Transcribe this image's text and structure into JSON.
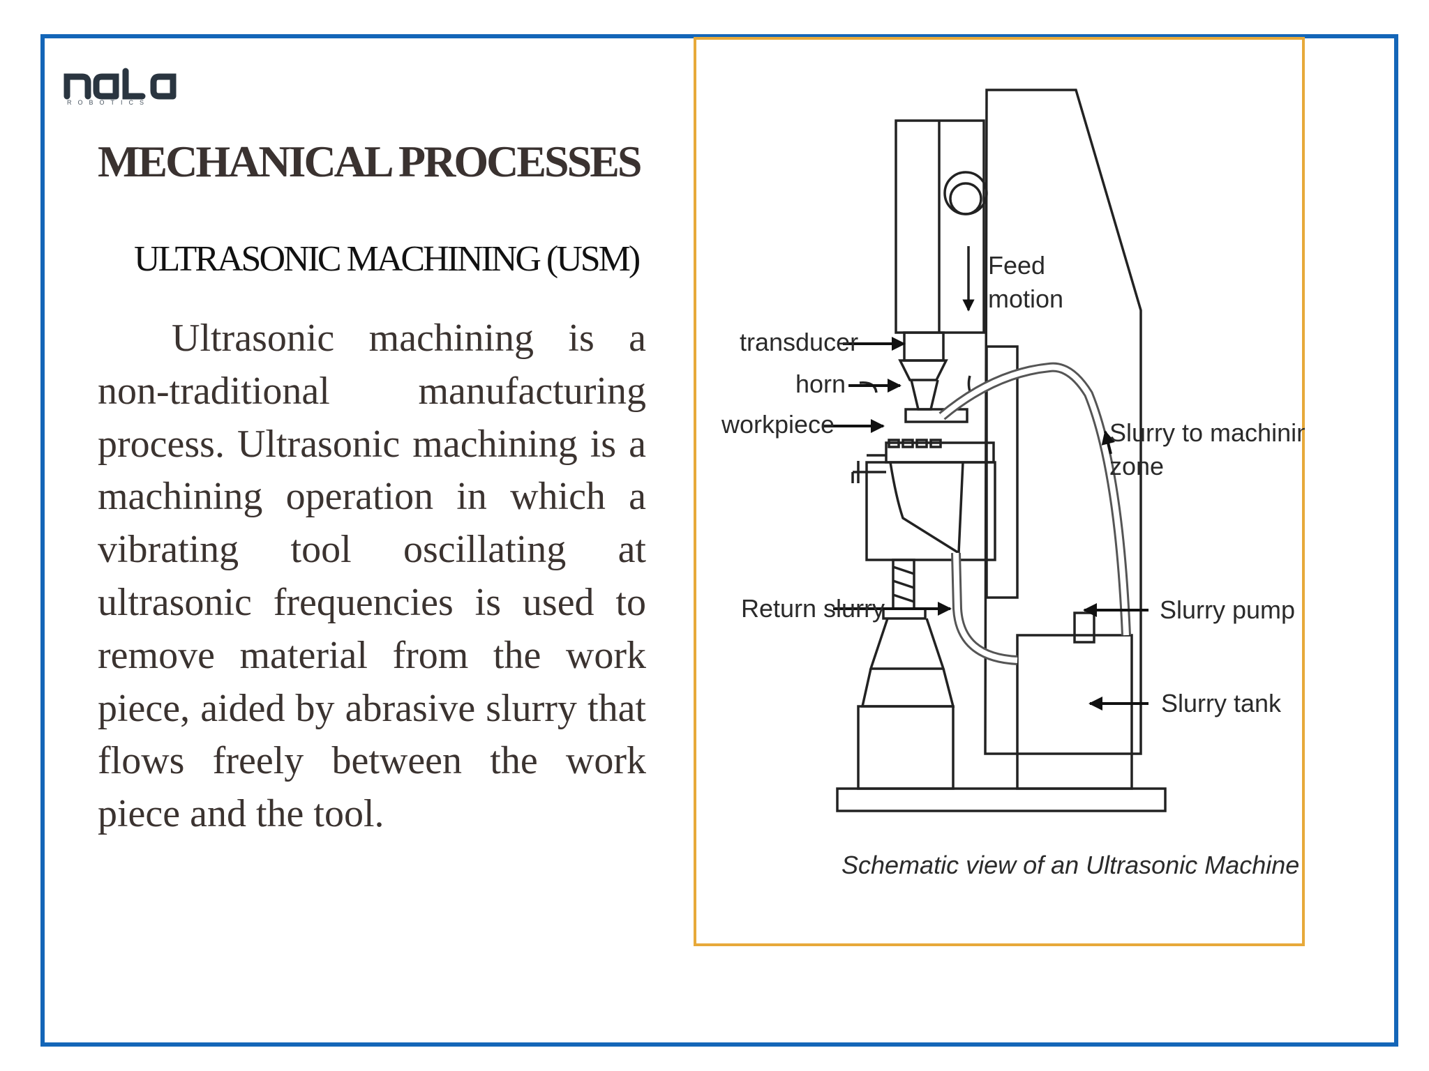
{
  "logo": {
    "text": "nala",
    "subtext": "ROBOTICS"
  },
  "title": "MECHANICAL PROCESSES",
  "subtitle": "ULTRASONIC MACHINING (USM)",
  "body": "Ultrasonic machining is a non-traditional manufacturing process. Ultrasonic machining is a machining operation in which a vibrating tool oscillating at ultrasonic frequencies is used to remove material from the work piece, aided by abrasive slurry that flows freely between the work piece and the tool.",
  "diagram": {
    "labels": {
      "feed": "Feed",
      "motion": "motion",
      "transducer": "transducer",
      "horn": "horn",
      "workpiece": "workpiece",
      "slurry_to_1": "Slurry to machining",
      "slurry_to_2": "zone",
      "return_slurry": "Return slurry",
      "slurry_pump": "Slurry pump",
      "slurry_tank": "Slurry tank"
    },
    "caption": "Schematic view of an Ultrasonic Machine"
  },
  "colors": {
    "frame_border": "#1466b8",
    "figure_border": "#e7a93a",
    "title": "#3a3230",
    "body_text": "#3b3330",
    "logo": "#2a3540"
  }
}
